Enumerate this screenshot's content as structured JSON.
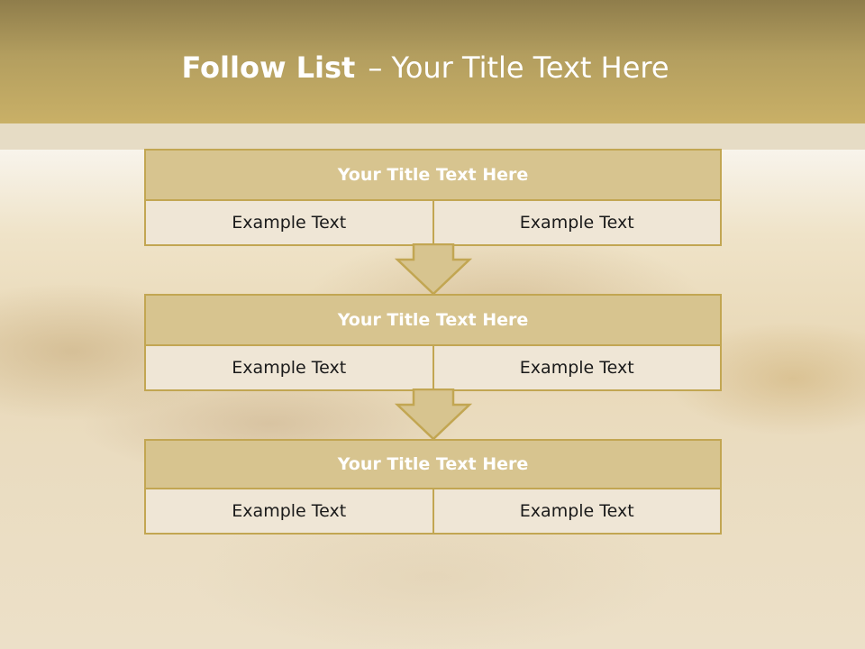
{
  "slide": {
    "title_bold": "Follow List",
    "title_rest": "– Your Title Text Here"
  },
  "blocks": [
    {
      "title": "Your Title Text Here",
      "cells": [
        "Example Text",
        "Example Text"
      ]
    },
    {
      "title": "Your Title Text Here",
      "cells": [
        "Example Text",
        "Example Text"
      ]
    },
    {
      "title": "Your Title Text Here",
      "cells": [
        "Example Text",
        "Example Text"
      ]
    }
  ],
  "colors": {
    "header": "#b39e5f",
    "block_fill": "#d7c48f",
    "block_border": "#c2a652",
    "cell_fill": "#efe6d6"
  }
}
